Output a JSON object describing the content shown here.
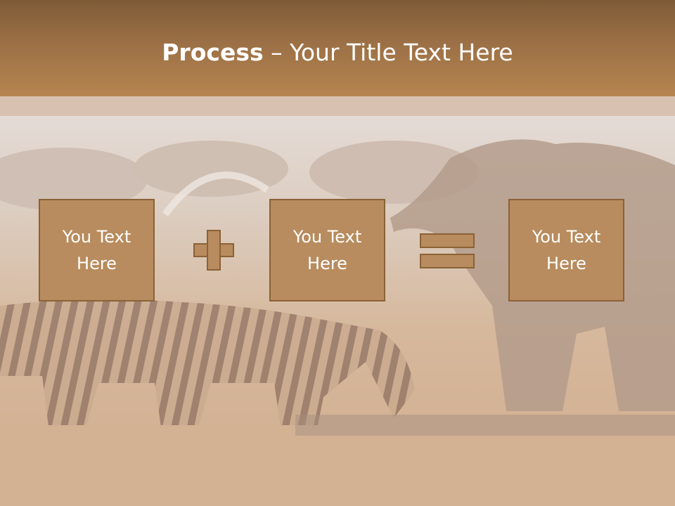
{
  "title": {
    "bold": "Process",
    "rest": " – Your Title Text Here"
  },
  "boxes": [
    {
      "text": "You Text Here"
    },
    {
      "text": "You Text Here"
    },
    {
      "text": "You Text Here"
    }
  ],
  "operators": [
    "plus",
    "equals"
  ],
  "colors": {
    "title_bar": "#a67a4a",
    "box_fill": "#b88c5e",
    "box_border": "#8a6236",
    "title_text": "#ffffff"
  }
}
